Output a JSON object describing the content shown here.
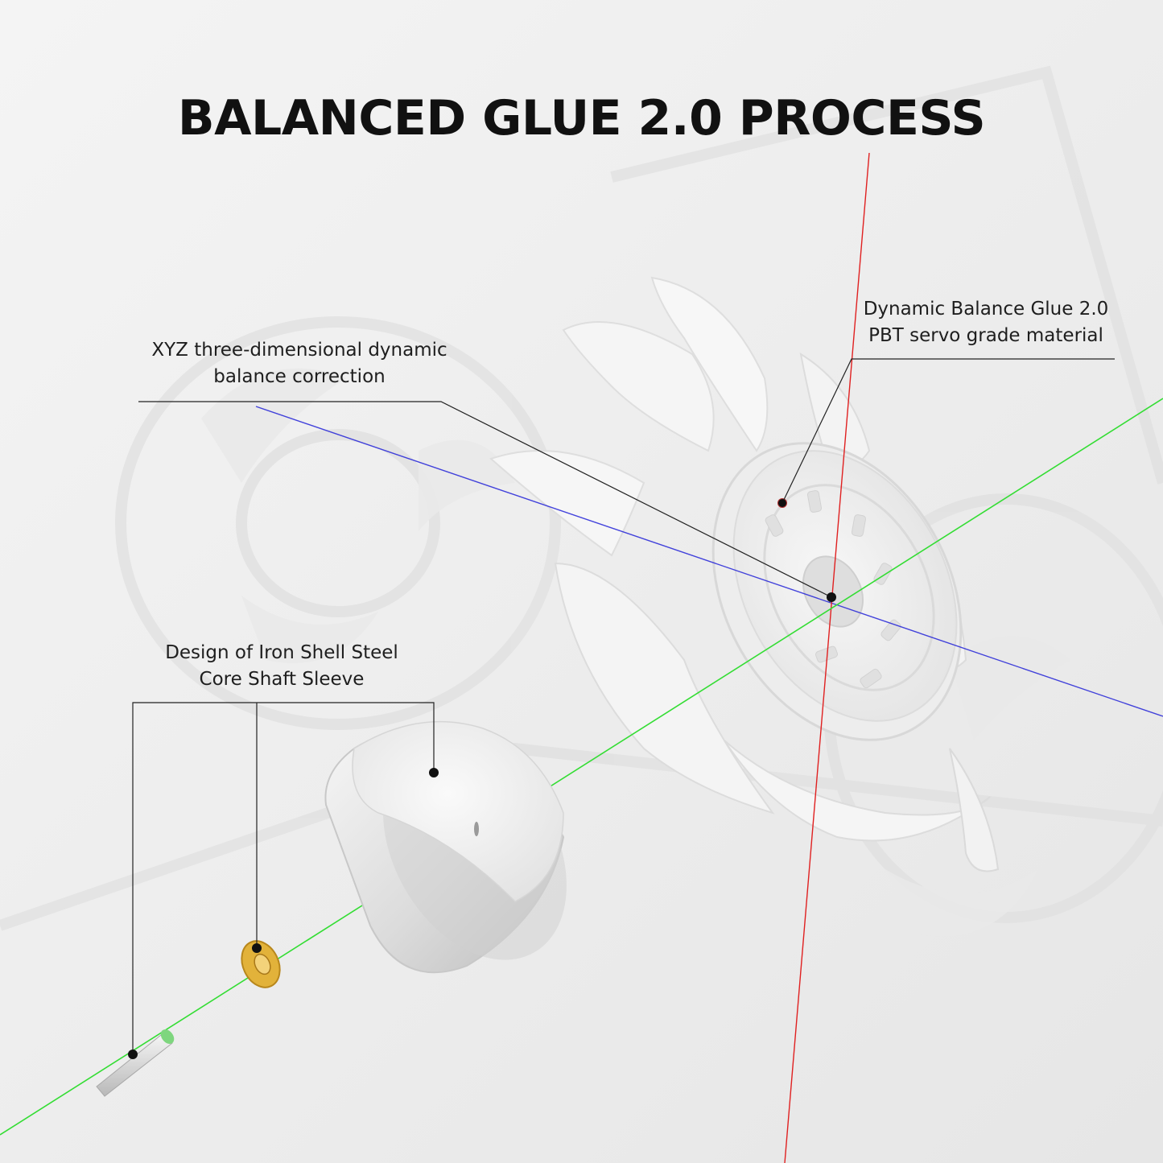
{
  "title": "BALANCED GLUE 2.0 PROCESS",
  "callouts": {
    "xyz": {
      "line1": "XYZ three-dimensional dynamic",
      "line2": "balance correction"
    },
    "glue": {
      "line1": "Dynamic Balance Glue 2.0",
      "line2": "PBT servo grade material"
    },
    "sleeve": {
      "line1": "Design of Iron Shell Steel",
      "line2": "Core Shaft Sleeve"
    }
  },
  "colors": {
    "background": "#eeeeee",
    "x_axis": "#2424d8",
    "y_axis": "#e02020",
    "z_axis": "#33dd33",
    "leader": "#222222",
    "bushing": "#e2b23a"
  }
}
